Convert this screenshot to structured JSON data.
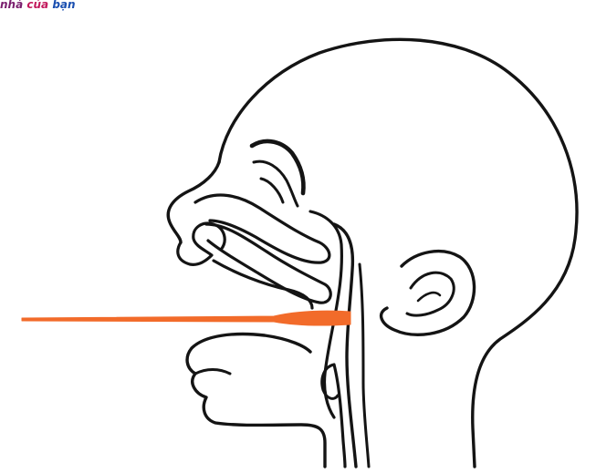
{
  "watermark": {
    "words": [
      "nhà",
      "của",
      "bạn"
    ],
    "colors": [
      "#7a1f6e",
      "#c2185b",
      "#1a4fb0"
    ]
  },
  "diagram": {
    "subject": "head-cross-section-side-view",
    "line_color": "#141414",
    "accent_color": "#f26b2a",
    "background_color": "#ffffff"
  }
}
